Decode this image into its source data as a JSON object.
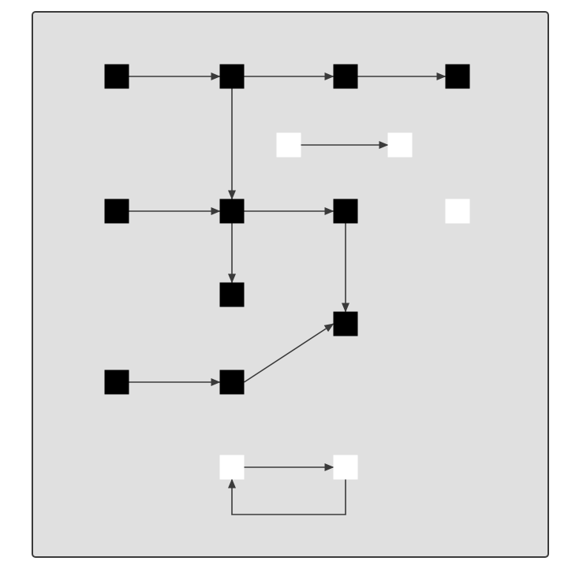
{
  "diagram": {
    "colors": {
      "panel_background": "#e0e0e0",
      "panel_border": "#3a3a3a",
      "edge": "#3a3a3a",
      "filled_node": "#000000",
      "hollow_node": "#ffffff"
    },
    "nodes": [
      {
        "id": "n1",
        "style": "filled"
      },
      {
        "id": "n2",
        "style": "filled"
      },
      {
        "id": "n3",
        "style": "filled"
      },
      {
        "id": "n4",
        "style": "filled"
      },
      {
        "id": "n5",
        "style": "hollow"
      },
      {
        "id": "n6",
        "style": "hollow"
      },
      {
        "id": "n7",
        "style": "filled"
      },
      {
        "id": "n8",
        "style": "filled"
      },
      {
        "id": "n9",
        "style": "filled"
      },
      {
        "id": "n10",
        "style": "hollow"
      },
      {
        "id": "n11",
        "style": "filled"
      },
      {
        "id": "n12",
        "style": "filled"
      },
      {
        "id": "n13",
        "style": "filled"
      },
      {
        "id": "n14",
        "style": "filled"
      },
      {
        "id": "n15",
        "style": "hollow"
      },
      {
        "id": "n16",
        "style": "hollow"
      }
    ],
    "edges": [
      {
        "from": "n1",
        "to": "n2"
      },
      {
        "from": "n2",
        "to": "n3"
      },
      {
        "from": "n3",
        "to": "n4"
      },
      {
        "from": "n2",
        "to": "n8"
      },
      {
        "from": "n5",
        "to": "n6"
      },
      {
        "from": "n7",
        "to": "n8"
      },
      {
        "from": "n8",
        "to": "n9"
      },
      {
        "from": "n8",
        "to": "n11"
      },
      {
        "from": "n9",
        "to": "n12"
      },
      {
        "from": "n14",
        "to": "n12"
      },
      {
        "from": "n13",
        "to": "n14"
      },
      {
        "from": "n15",
        "to": "n16"
      },
      {
        "from": "n16",
        "to": "n15"
      }
    ]
  }
}
